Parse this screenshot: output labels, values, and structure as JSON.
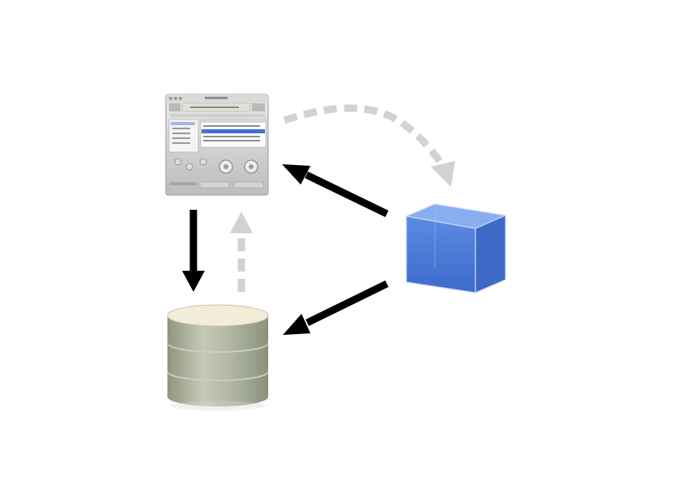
{
  "diagram": {
    "nodes": [
      {
        "id": "app-window",
        "kind": "application-window-icon"
      },
      {
        "id": "database",
        "kind": "database-cylinder-icon"
      },
      {
        "id": "cube",
        "kind": "blue-cube-icon"
      }
    ],
    "edges": [
      {
        "from": "app-window",
        "to": "database",
        "style": "solid"
      },
      {
        "from": "database",
        "to": "app-window",
        "style": "dashed"
      },
      {
        "from": "cube",
        "to": "app-window",
        "style": "solid"
      },
      {
        "from": "cube",
        "to": "database",
        "style": "solid"
      },
      {
        "from": "app-window",
        "to": "cube",
        "style": "dashed-curved"
      }
    ]
  },
  "colors": {
    "solid_arrow": "#000000",
    "dashed_arrow": "#d2d2d2",
    "cube_front": "#4f80d8",
    "cube_top": "#89adee",
    "cube_side": "#3d6ac7",
    "db_body": "#aeb4a2",
    "db_top": "#f3ecd8",
    "window_frame": "#c8c8c8",
    "list_highlight": "#3d73d6"
  }
}
